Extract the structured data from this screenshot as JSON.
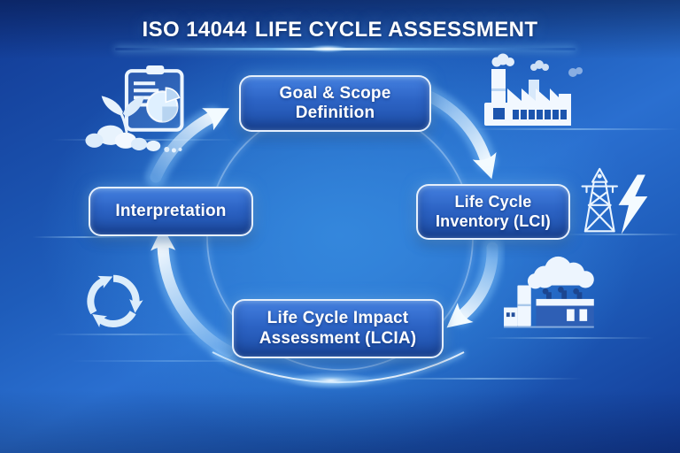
{
  "title": {
    "standard": "ISO 14044",
    "name": "LIFE CYCLE ASSESSMENT"
  },
  "stages": [
    {
      "id": "goal-scope-definition",
      "line1": "Goal & Scope",
      "line2": "Definition"
    },
    {
      "id": "life-cycle-inventory",
      "line1": "Life Cycle",
      "line2": "Inventory (LCI)"
    },
    {
      "id": "life-cycle-impact-assessment",
      "line1": "Life Cycle Impact",
      "line2": "Assessment (LCIA)"
    },
    {
      "id": "interpretation",
      "line1": "Interpretation",
      "line2": ""
    }
  ],
  "cycle": {
    "direction": "clockwise",
    "arrow_count": 4
  },
  "icons": [
    {
      "name": "clipboard-report-with-sprout-icon"
    },
    {
      "name": "factory-icon"
    },
    {
      "name": "power-pylon-icon"
    },
    {
      "name": "lightning-bolt-icon"
    },
    {
      "name": "factory-emissions-cloud-icon"
    },
    {
      "name": "recycle-arrows-icon"
    }
  ],
  "colors": {
    "bg-deep": "#123a94",
    "bg-mid": "#1e5cba",
    "bg-light": "#3487dc",
    "box-top": "#4480e0",
    "box-mid": "#2c63c4",
    "box-bottom": "#1e4fa8",
    "box-border": "#f0f8ff",
    "text": "#ffffff",
    "glow": "#9fd4ff",
    "icon-light": "#edf5fe",
    "building-dark": "#2e5fb5",
    "window-dark": "#1c55ae"
  }
}
